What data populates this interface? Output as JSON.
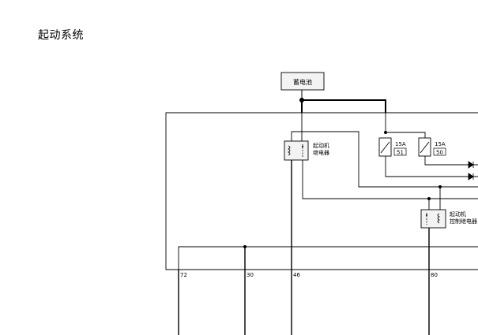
{
  "page": {
    "title": "起动系统"
  },
  "diagram": {
    "battery": {
      "label": "蓄电池"
    },
    "starter_relay": {
      "line1": "起动机",
      "line2": "继电器"
    },
    "control_relay": {
      "line1": "起动机",
      "line2": "控制继电器"
    },
    "fuses": [
      {
        "rating": "15A",
        "number": "51"
      },
      {
        "rating": "15A",
        "number": "50"
      }
    ],
    "pins": [
      "72",
      "30",
      "46",
      "80"
    ],
    "colors": {
      "line": "#000000",
      "box_fill": "#f3f3f3",
      "background": "#ffffff"
    }
  }
}
